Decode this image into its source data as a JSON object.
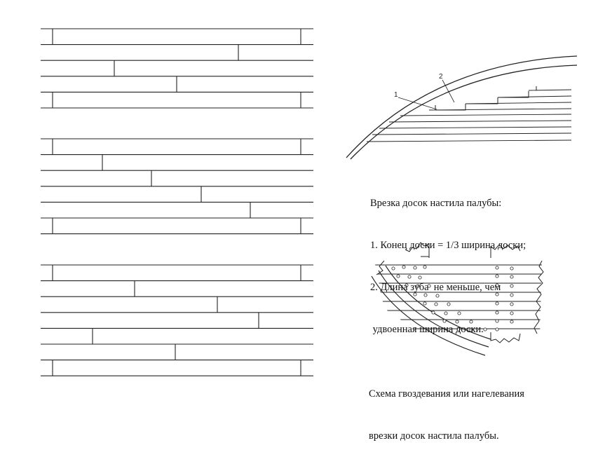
{
  "callouts": {
    "label_1": "1",
    "label_2": "2"
  },
  "caption_joint": {
    "title": "Врезка досок настила палубы:",
    "item_1": "1. Конец доски = 1/3 ширина доски;",
    "item_2": "2. Длина зуба  не меньше, чем",
    "item_3": " удвоенная ширина доски."
  },
  "caption_nailing": {
    "line_1": "Схема гвоздевания или нагелевания",
    "line_2": "врезки досок настила палубы."
  }
}
